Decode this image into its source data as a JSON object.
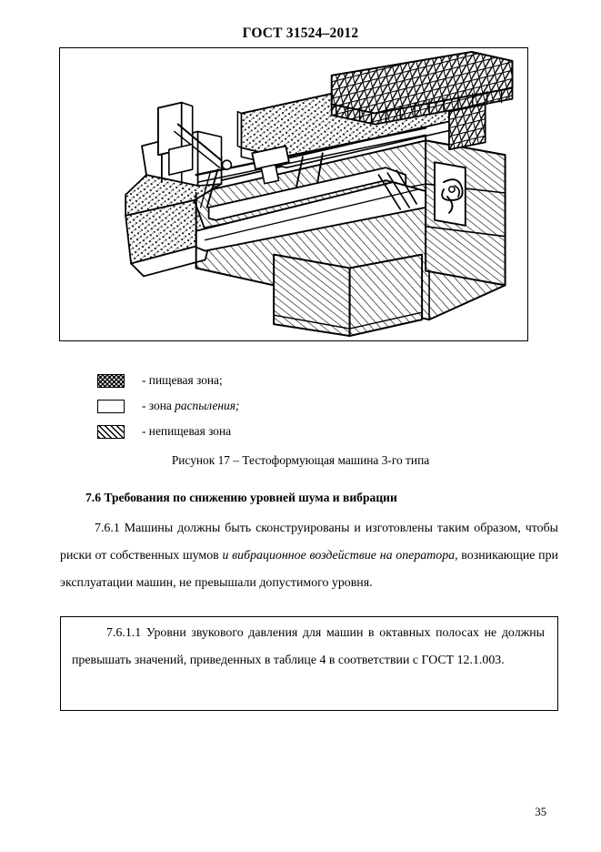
{
  "document": {
    "standard_header": "ГОСТ 31524–2012",
    "page_number": "35"
  },
  "figure": {
    "name": "figure-17-dough-forming-machine",
    "caption": "Рисунок 17 – Тестоформующая машина 3-го типа",
    "alt_description": "Технический чертёж тестоформующей машины 3-го типа в изометрии: бункер с решётчатой формующей плитой, наклонные лотки с точечной заливкой (пищевая зона), корпус со штриховкой (непищевая зона), рычажный механизм и опорная станина."
  },
  "legend": {
    "items": [
      {
        "swatch": "dotted",
        "text_prefix": "- пищевая зона;",
        "text_italic": "",
        "text_suffix": ""
      },
      {
        "swatch": "empty",
        "text_prefix": "- зона ",
        "text_italic": "распыления;",
        "text_suffix": ""
      },
      {
        "swatch": "hatched",
        "text_prefix": "- непищевая зона",
        "text_italic": "",
        "text_suffix": ""
      }
    ]
  },
  "section": {
    "heading": "7.6 Требования по снижению уровней шума и вибрации",
    "paragraph": {
      "part1": "7.6.1 Машины должны быть сконструированы и изготовлены таким образом, чтобы риски от собственных шумов ",
      "italic1": "и вибрационное воздействие на оператора",
      "part2": ", возникающие при эксплуатации машин, не превышали допустимого уровня."
    }
  },
  "note_box": {
    "text": "7.6.1.1 Уровни звукового давления для машин в октавных полосах   не должны превышать значений, приведенных в таблице 4 в соответствии с ГОСТ 12.1.003."
  },
  "colors": {
    "ink": "#000000",
    "paper": "#ffffff"
  }
}
